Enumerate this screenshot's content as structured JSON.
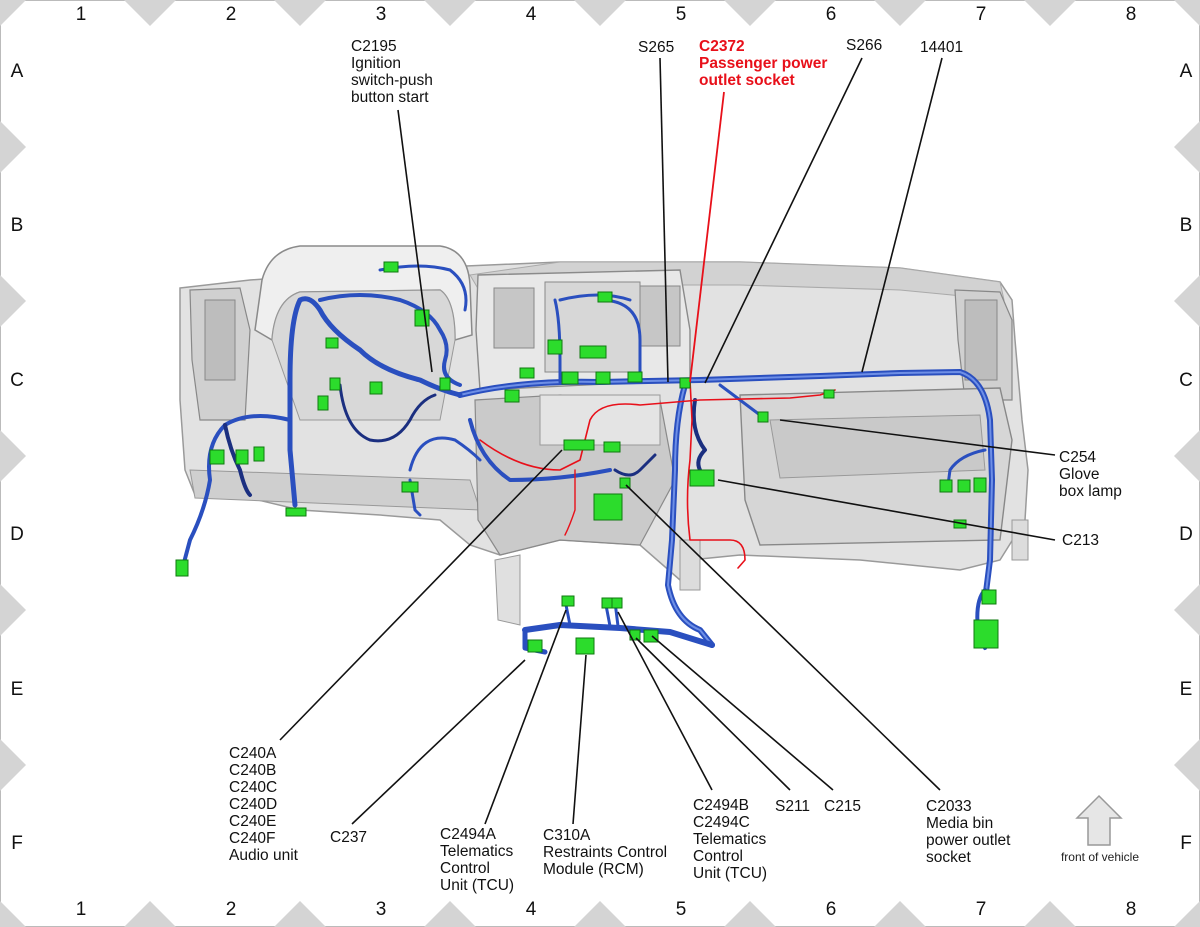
{
  "frame": {
    "columns": [
      "1",
      "2",
      "3",
      "4",
      "5",
      "6",
      "7",
      "8"
    ],
    "rows": [
      "A",
      "B",
      "C",
      "D",
      "E",
      "F"
    ]
  },
  "callouts": {
    "c2195": [
      "C2195",
      "Ignition",
      "switch-push",
      "button start"
    ],
    "s265": [
      "S265"
    ],
    "c2372": [
      "C2372",
      "Passenger power",
      "outlet socket"
    ],
    "s266": [
      "S266"
    ],
    "n14401": [
      "14401"
    ],
    "c254": [
      "C254",
      "Glove",
      "box lamp"
    ],
    "c213": [
      "C213"
    ],
    "c240": [
      "C240A",
      "C240B",
      "C240C",
      "C240D",
      "C240E",
      "C240F",
      "Audio unit"
    ],
    "c237": [
      "C237"
    ],
    "c2494a": [
      "C2494A",
      "Telematics",
      "Control",
      "Unit (TCU)"
    ],
    "c310a": [
      "C310A",
      "Restraints Control",
      "Module (RCM)"
    ],
    "c2494b": [
      "C2494B",
      "C2494C",
      "Telematics",
      "Control",
      "Unit (TCU)"
    ],
    "s211": [
      "S211"
    ],
    "c215": [
      "C215"
    ],
    "c2033": [
      "C2033",
      "Media bin",
      "power outlet",
      "socket"
    ]
  },
  "front_label": "front of vehicle",
  "colors": {
    "frame_marker": "#d4d4d4",
    "harness": "#2a4fbf",
    "highlight": "#e8101a",
    "connector": "#2cdc2c",
    "dash_body": "#dedede"
  }
}
